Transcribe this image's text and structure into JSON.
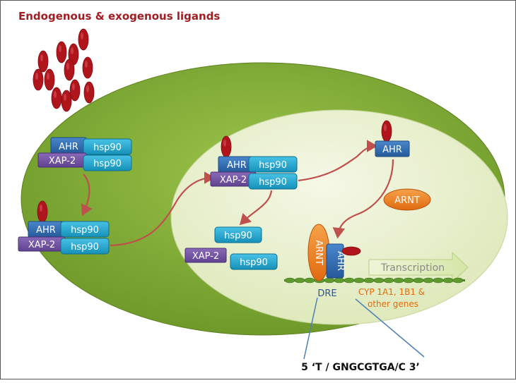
{
  "title": "Endogenous & exogenous ligands",
  "labels": {
    "ahr": "AHR",
    "hsp90": "hsp90",
    "xap2": "XAP-2",
    "arnt": "ARNT",
    "dre": "DRE",
    "transcription": "Transcription",
    "genes_line1": "CYP 1A1, 1B1 &",
    "genes_line2": "other genes",
    "sequence": "5 ‘T / GNGCGTGA/C 3’"
  },
  "colors": {
    "title": "#a11d21",
    "ligand": "#b0151c",
    "cytoplasm": "#82ad36",
    "nucleus": "#e7efcc",
    "ahr": "#2f6db3",
    "hsp90": "#1ea7cf",
    "xap2": "#7453a4",
    "arnt": "#ef7d1a",
    "arrow": "#c0504d",
    "gene_text": "#e36c0a",
    "dre_text": "#2f5597"
  }
}
